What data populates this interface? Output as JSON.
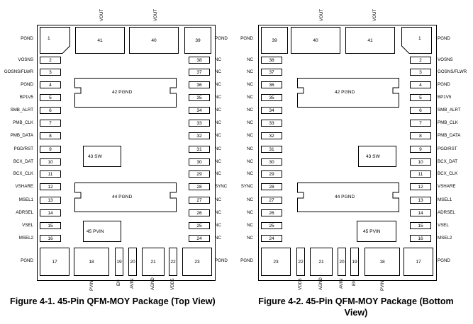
{
  "top": {
    "top_labels": [
      "VOUT",
      "VOUT"
    ],
    "left_labels": [
      "PGND",
      "VOSNS",
      "GOSNS/FLWR",
      "PGND",
      "BP1V5",
      "SMB_ALRT",
      "PMB_CLK",
      "PMB_DATA",
      "PGD/RST",
      "BCX_DAT",
      "BCX_CLK",
      "VSHARE",
      "MSEL1",
      "ADRSEL",
      "VSEL",
      "MSEL2",
      "PGND"
    ],
    "left_pins": [
      "1",
      "2",
      "3",
      "4",
      "5",
      "6",
      "7",
      "8",
      "9",
      "10",
      "11",
      "12",
      "13",
      "14",
      "15",
      "16",
      "17"
    ],
    "right_labels": [
      "PGND",
      "NC",
      "NC",
      "NC",
      "NC",
      "NC",
      "NC",
      "NC",
      "NC",
      "NC",
      "NC",
      "SYNC",
      "NC",
      "NC",
      "NC",
      "NC",
      "PGND"
    ],
    "right_pins": [
      "39",
      "38",
      "37",
      "36",
      "35",
      "34",
      "33",
      "32",
      "31",
      "30",
      "29",
      "28",
      "27",
      "26",
      "25",
      "24",
      "23"
    ],
    "top_pads": [
      "41",
      "40"
    ],
    "bottom_pins": [
      "18",
      "19",
      "20",
      "21",
      "22"
    ],
    "bottom_labels": [
      "PVIN",
      "EN",
      "AVIN",
      "AGND",
      "VDD5"
    ],
    "thermal": [
      "42 PGND",
      "43 SW",
      "44 PGND",
      "45 PVIN"
    ]
  },
  "bottom": {
    "top_labels": [
      "VOUT",
      "VOUT"
    ],
    "left_labels": [
      "PGND",
      "NC",
      "NC",
      "NC",
      "NC",
      "NC",
      "NC",
      "NC",
      "NC",
      "NC",
      "NC",
      "SYNC",
      "NC",
      "NC",
      "NC",
      "NC",
      "PGND"
    ],
    "left_pins": [
      "39",
      "38",
      "37",
      "36",
      "35",
      "34",
      "33",
      "32",
      "31",
      "30",
      "29",
      "28",
      "27",
      "26",
      "25",
      "24",
      "23"
    ],
    "right_labels": [
      "PGND",
      "VOSNS",
      "GOSNS/FLWR",
      "PGND",
      "BP1V5",
      "SMB_ALRT",
      "PMB_CLK",
      "PMB_DATA",
      "PGD/RST",
      "BCX_DAT",
      "BCX_CLK",
      "VSHARE",
      "MSEL1",
      "ADRSEL",
      "VSEL",
      "MSEL2",
      "PGND"
    ],
    "right_pins": [
      "1",
      "2",
      "3",
      "4",
      "5",
      "6",
      "7",
      "8",
      "9",
      "10",
      "11",
      "12",
      "13",
      "14",
      "15",
      "16",
      "17"
    ],
    "top_pads": [
      "40",
      "41"
    ],
    "bottom_pins": [
      "22",
      "21",
      "20",
      "19",
      "18"
    ],
    "bottom_labels": [
      "VDD5",
      "AGND",
      "AVIN",
      "EN",
      "PVIN"
    ],
    "thermal": [
      "42 PGND",
      "43 SW",
      "44 PGND",
      "45 PVIN"
    ]
  },
  "captions": {
    "top": "Figure 4-1. 45-Pin QFM-MOY Package (Top View)",
    "bottom": "Figure 4-2. 45-Pin QFM-MOY Package (Bottom View)"
  }
}
